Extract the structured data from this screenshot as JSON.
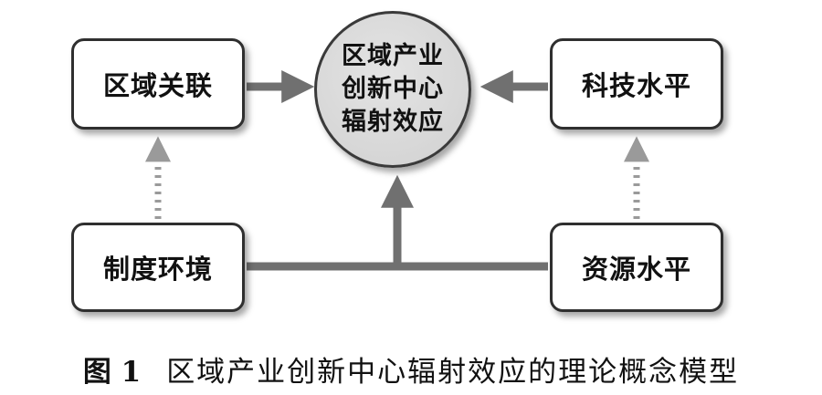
{
  "diagram": {
    "hub": {
      "lines": [
        "区域产业",
        "创新中心",
        "辐射效应"
      ]
    },
    "nodes": {
      "regional_linkage": "区域关联",
      "tech_level": "科技水平",
      "institutional_env": "制度环境",
      "resource_level": "资源水平"
    },
    "colors": {
      "box_border": "#2f2f2f",
      "hub_fill": "#d6d6d6",
      "solid_arrow": "#707070",
      "dotted_arrow": "#9a9a9a"
    }
  },
  "caption": {
    "label": "图 1",
    "title": "区域产业创新中心辐射效应的理论概念模型"
  }
}
